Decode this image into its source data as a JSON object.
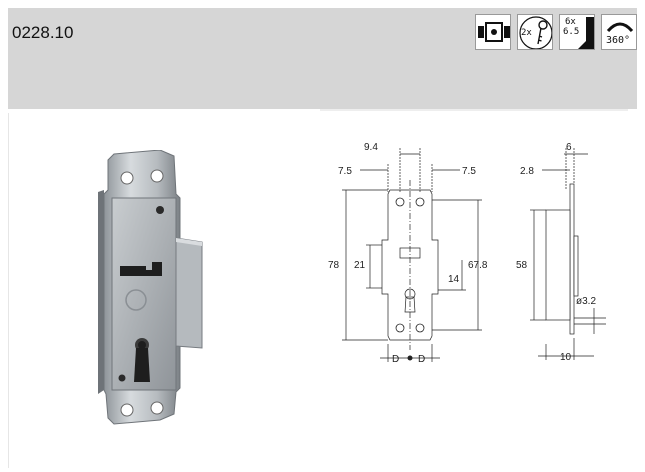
{
  "product": {
    "code": "0228.10"
  },
  "icons": {
    "key_count": "2x",
    "size_top": "6x",
    "size_bottom": "6.5",
    "rotation": "360°",
    "names": [
      "lock-body-icon",
      "key-icon",
      "square-key-icon",
      "rotation-360-icon"
    ]
  },
  "drawing_front": {
    "dim_top": "9.4",
    "dim_left_offset": "7.5",
    "dim_right_offset": "7.5",
    "dim_height_total": "78",
    "dim_mid_height": "21",
    "dim_right_height": "67.8",
    "dim_keyhole": "14",
    "dim_backset_left": "D",
    "dim_backset_right": "D"
  },
  "drawing_side": {
    "dim_top": "6",
    "dim_offset": "2.8",
    "dim_height": "58",
    "dim_hole": "ø3.2",
    "dim_depth": "10"
  }
}
